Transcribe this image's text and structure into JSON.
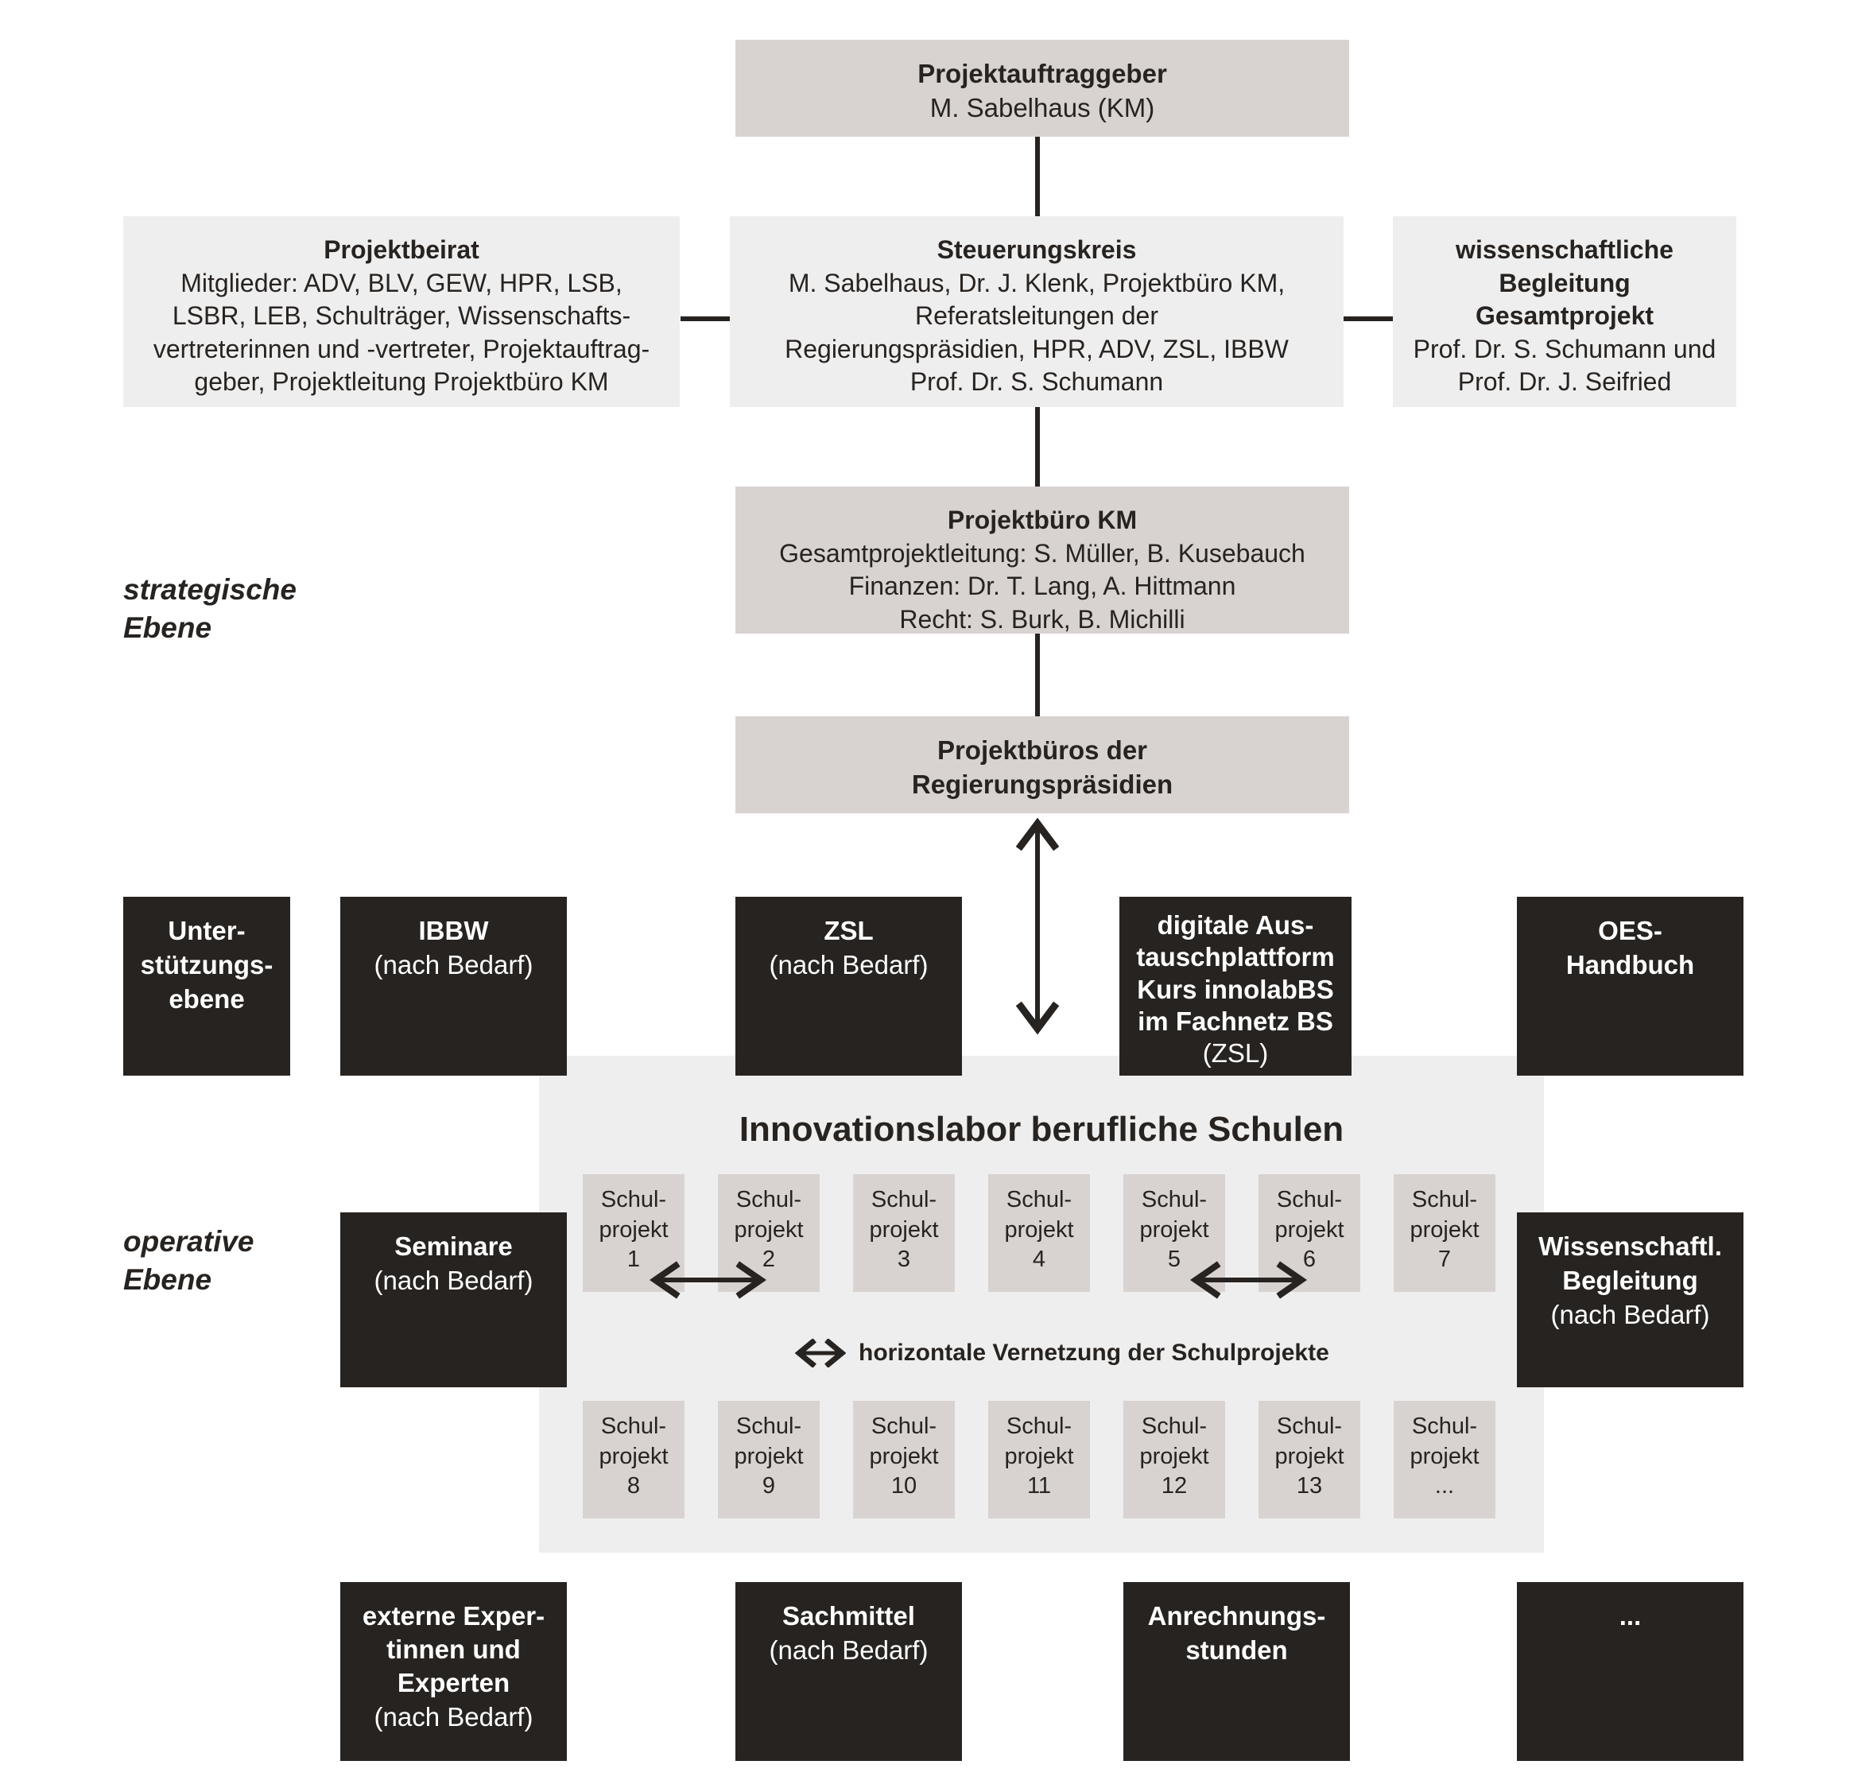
{
  "levels": {
    "strategic": "strategische\nEbene",
    "strategic_l1": "strategische",
    "strategic_l2": "Ebene",
    "operative_l1": "operative",
    "operative_l2": "Ebene"
  },
  "strategic": {
    "auftraggeber": {
      "title": "Projektauftraggeber",
      "lines": [
        "M. Sabelhaus (KM)"
      ]
    },
    "beirat": {
      "title": "Projektbeirat",
      "lines": [
        "Mitglieder: ADV, BLV, GEW, HPR, LSB,",
        "LSBR, LEB, Schulträger, Wissenschafts-",
        "vertreterinnen und -vertreter, Projektauftrag-",
        "geber, Projektleitung Projektbüro KM"
      ]
    },
    "steuerungskreis": {
      "title": "Steuerungskreis",
      "lines": [
        "M. Sabelhaus, Dr. J. Klenk, Projektbüro KM,",
        "Referatsleitungen der",
        "Regierungspräsidien, HPR, ADV, ZSL, IBBW",
        "Prof. Dr. S. Schumann"
      ]
    },
    "wissenschaft": {
      "title_lines": [
        "wissenschaftliche",
        "Begleitung",
        "Gesamtprojekt"
      ],
      "lines": [
        "Prof. Dr. S. Schumann und",
        "Prof. Dr. J. Seifried"
      ]
    },
    "projektbuero_km": {
      "title": "Projektbüro KM",
      "lines": [
        "Gesamtprojektleitung: S. Müller, B. Kusebauch",
        "Finanzen: Dr. T. Lang, A. Hittmann",
        "Recht: S. Burk, B. Michilli"
      ]
    },
    "projektbueros_rp": {
      "title_lines": [
        "Projektbüros der",
        "Regierungspräsidien"
      ]
    }
  },
  "support_row": [
    {
      "name": "unterstuetzungsebene",
      "title_lines": [
        "Unter-",
        "stützungs-",
        "ebene"
      ],
      "sub_lines": []
    },
    {
      "name": "ibbw",
      "title_lines": [
        "IBBW"
      ],
      "sub_lines": [
        "(nach Bedarf)"
      ]
    },
    {
      "name": "zsl",
      "title_lines": [
        "ZSL"
      ],
      "sub_lines": [
        "(nach Bedarf)"
      ]
    },
    {
      "name": "austauschplattform",
      "title_lines": [
        "digitale Aus-",
        "tauschplattform",
        "Kurs innolabBS",
        "im Fachnetz BS"
      ],
      "sub_lines": [
        "(ZSL)"
      ]
    },
    {
      "name": "oes-handbuch",
      "title_lines": [
        "OES-",
        "Handbuch"
      ],
      "sub_lines": []
    }
  ],
  "innolab": {
    "title": "Innovationslabor berufliche Schulen",
    "legend": "horizontale Vernetzung der Schulprojekte",
    "projects_row1": [
      {
        "l1": "Schul-",
        "l2": "projekt",
        "l3": "1"
      },
      {
        "l1": "Schul-",
        "l2": "projekt",
        "l3": "2"
      },
      {
        "l1": "Schul-",
        "l2": "projekt",
        "l3": "3"
      },
      {
        "l1": "Schul-",
        "l2": "projekt",
        "l3": "4"
      },
      {
        "l1": "Schul-",
        "l2": "projekt",
        "l3": "5"
      },
      {
        "l1": "Schul-",
        "l2": "projekt",
        "l3": "6"
      },
      {
        "l1": "Schul-",
        "l2": "projekt",
        "l3": "7"
      }
    ],
    "projects_row2": [
      {
        "l1": "Schul-",
        "l2": "projekt",
        "l3": "8"
      },
      {
        "l1": "Schul-",
        "l2": "projekt",
        "l3": "9"
      },
      {
        "l1": "Schul-",
        "l2": "projekt",
        "l3": "10"
      },
      {
        "l1": "Schul-",
        "l2": "projekt",
        "l3": "11"
      },
      {
        "l1": "Schul-",
        "l2": "projekt",
        "l3": "12"
      },
      {
        "l1": "Schul-",
        "l2": "projekt",
        "l3": "13"
      },
      {
        "l1": "Schul-",
        "l2": "projekt",
        "l3": "..."
      }
    ]
  },
  "operative_sides": {
    "seminare": {
      "title_lines": [
        "Seminare"
      ],
      "sub_lines": [
        "(nach Bedarf)"
      ]
    },
    "wiss_begleitung": {
      "title_lines": [
        "Wissenschaftl.",
        "Begleitung"
      ],
      "sub_lines": [
        "(nach Bedarf)"
      ]
    }
  },
  "resources_row": [
    {
      "name": "externe-experten",
      "title_lines": [
        "externe Exper-",
        "tinnen und",
        "Experten"
      ],
      "sub_lines": [
        "(nach Bedarf)"
      ]
    },
    {
      "name": "sachmittel",
      "title_lines": [
        "Sachmittel"
      ],
      "sub_lines": [
        "(nach Bedarf)"
      ]
    },
    {
      "name": "anrechnungsstunden",
      "title_lines": [
        "Anrechnungs-",
        "stunden"
      ],
      "sub_lines": []
    },
    {
      "name": "weitere",
      "title_lines": [
        "..."
      ],
      "sub_lines": []
    }
  ],
  "colors": {
    "ink": "#272320",
    "grey_dark": "#d8d3d1",
    "grey_light": "#efeeee",
    "panel": "#efeeee",
    "white": "#ffffff"
  }
}
